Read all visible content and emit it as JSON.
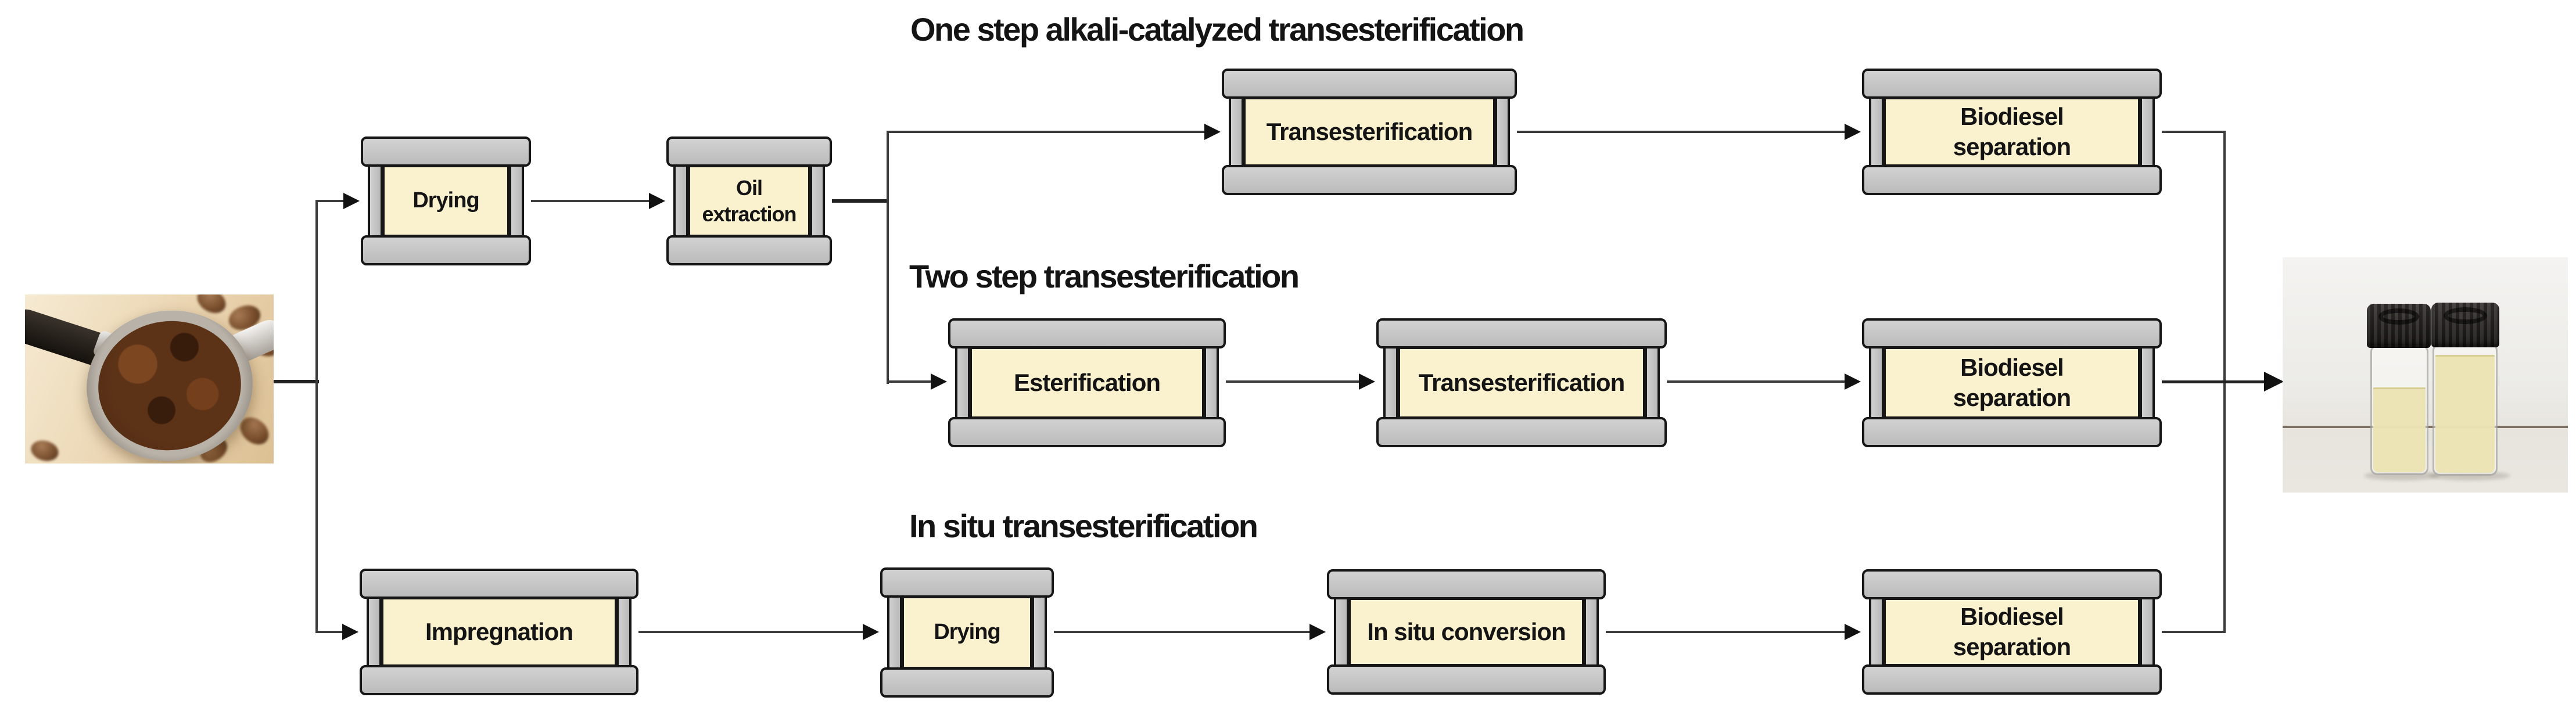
{
  "diagram": {
    "titles": {
      "one_step": "One step alkali-catalyzed transesterification",
      "two_step": "Two step transesterification",
      "in_situ": "In situ transesterification"
    },
    "nodes": {
      "drying_top": "Drying",
      "oil_extraction": "Oil extraction",
      "transesterification_one": "Transesterification",
      "biodiesel_separation_1": "Biodiesel separation",
      "esterification": "Esterification",
      "transesterification_two": "Transesterification",
      "biodiesel_separation_2": "Biodiesel separation",
      "impregnation": "Impregnation",
      "drying_bottom": "Drying",
      "in_situ_conversion": "In situ conversion",
      "biodiesel_separation_3": "Biodiesel separation"
    },
    "colors": {
      "background": "#FFFFFF",
      "box_fill": "#FAF1CE",
      "box_frame": "#C6C6C7",
      "outline": "#161616",
      "connector": "#3C3C3C",
      "text": "#141414"
    }
  }
}
